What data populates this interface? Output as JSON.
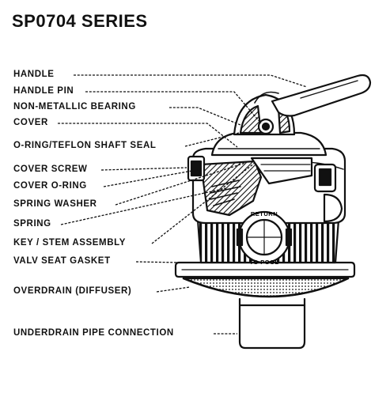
{
  "title": "SP0704 SERIES",
  "labels": [
    {
      "id": "handle",
      "text": "HANDLE"
    },
    {
      "id": "handle-pin",
      "text": "HANDLE PIN"
    },
    {
      "id": "non-metallic-bearing",
      "text": "NON-METALLIC BEARING"
    },
    {
      "id": "cover",
      "text": "COVER"
    },
    {
      "id": "o-ring-teflon-shaft-seal",
      "text": "O-RING/TEFLON SHAFT SEAL"
    },
    {
      "id": "cover-screw",
      "text": "COVER SCREW"
    },
    {
      "id": "cover-o-ring",
      "text": "COVER O-RING"
    },
    {
      "id": "spring-washer",
      "text": "SPRING WASHER"
    },
    {
      "id": "spring",
      "text": "SPRING"
    },
    {
      "id": "key-stem-assembly",
      "text": "KEY / STEM ASSEMBLY"
    },
    {
      "id": "valv-seat-gasket",
      "text": "VALV SEAT GASKET"
    },
    {
      "id": "overdrain-diffuser",
      "text": "OVERDRAIN (DIFFUSER)"
    },
    {
      "id": "underdrain-pipe-connection",
      "text": "UNDERDRAIN PIPE CONNECTION"
    }
  ],
  "port_text": {
    "top": "RETURN",
    "bottom": "TO POOL"
  }
}
